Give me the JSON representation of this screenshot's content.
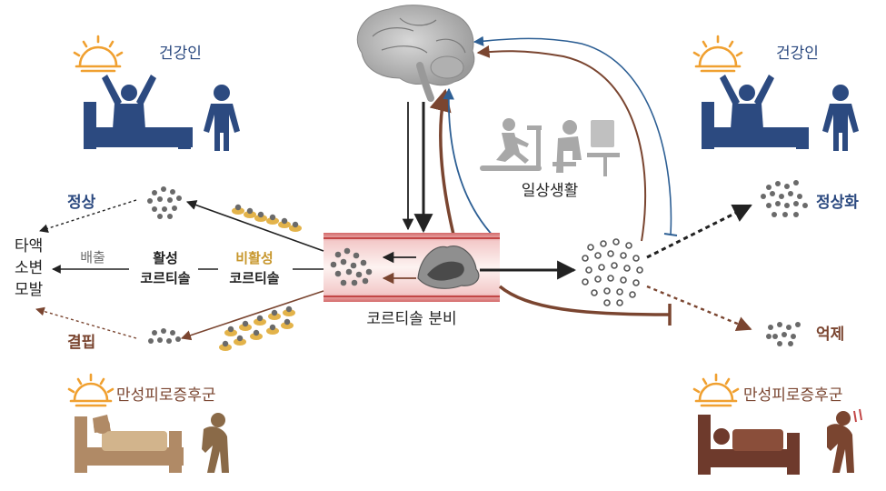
{
  "labels": {
    "healthy_left": "건강인",
    "healthy_right": "건강인",
    "cfs_left": "만성피로증후군",
    "cfs_right": "만성피로증후군",
    "daily_life": "일상생활",
    "cortisol_secretion": "코르티솔 분비",
    "active_1": "활성",
    "active_2": "코르티솔",
    "inactive_1": "비활성",
    "inactive_2": "코르티솔",
    "excretion": "배출",
    "saliva_1": "타액",
    "saliva_2": "소변",
    "saliva_3": "모발",
    "normal": "정상",
    "deficit": "결핍",
    "normalize": "정상화",
    "suppress": "억제"
  },
  "colors": {
    "navy": "#2c4a80",
    "brown": "#7a4530",
    "gold": "#c7962b",
    "blue_line": "#2d5f94",
    "dark": "#222222",
    "grey": "#6b6b6b",
    "sun": "#f0a030",
    "tan_person": "#8a6a48",
    "bed_light": "#b08a66",
    "bed_dark": "#6e3a2c"
  }
}
